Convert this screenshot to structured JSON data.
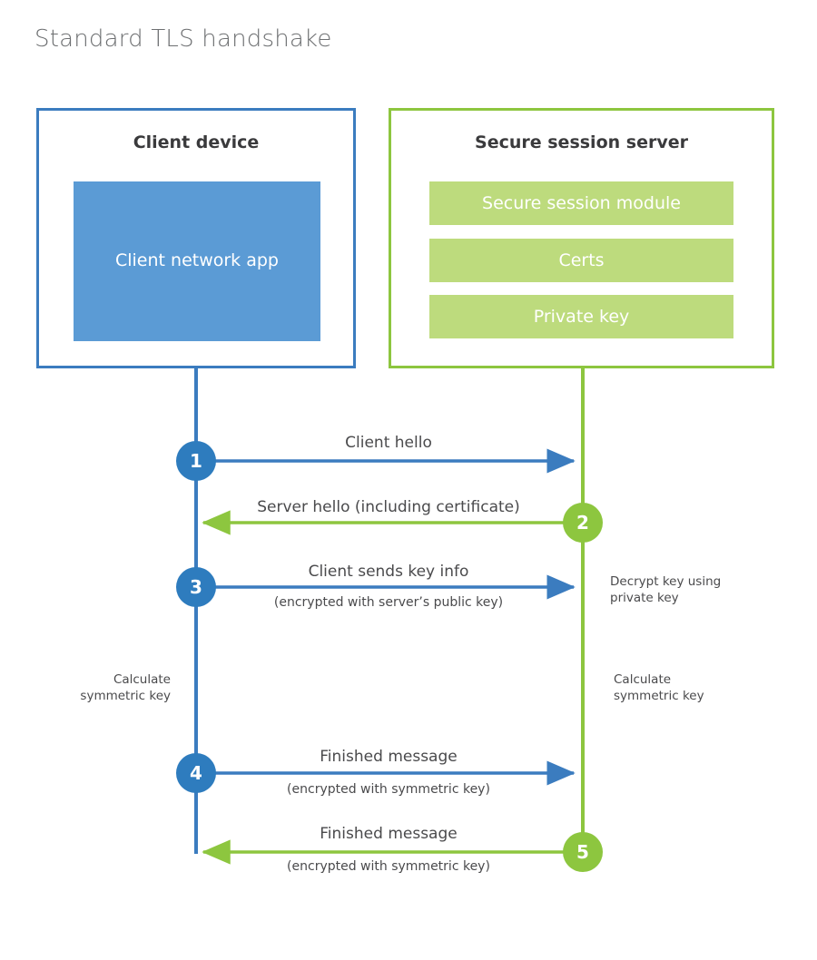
{
  "page": {
    "title": "Standard TLS handshake"
  },
  "colors": {
    "client_border": "#3B7CBF",
    "client_fill": "#5B9BD5",
    "client_badge": "#2E7CBE",
    "server_border": "#8DC63F",
    "server_fill": "#BDDB7D",
    "server_badge": "#8DC63F",
    "title_text": "#6d6f71",
    "body_text": "#4A4A4C",
    "heading_text": "#3A3A3C"
  },
  "client": {
    "title": "Client device",
    "app_label": "Client network app"
  },
  "server": {
    "title": "Secure session server",
    "blocks": [
      {
        "label": "Secure session module"
      },
      {
        "label": "Certs"
      },
      {
        "label": "Private key"
      }
    ]
  },
  "flows": [
    {
      "number": "1",
      "label": "Client hello",
      "sublabel": "",
      "direction": "client-to-server",
      "color": "#3B7CBF"
    },
    {
      "number": "2",
      "label": "Server hello (including certificate)",
      "sublabel": "",
      "direction": "server-to-client",
      "color": "#8DC63F"
    },
    {
      "number": "3",
      "label": "Client sends key info",
      "sublabel": "(encrypted with server’s public key)",
      "direction": "client-to-server",
      "color": "#3B7CBF"
    },
    {
      "number": "4",
      "label": "Finished message",
      "sublabel": "(encrypted with symmetric key)",
      "direction": "client-to-server",
      "color": "#3B7CBF"
    },
    {
      "number": "5",
      "label": "Finished message",
      "sublabel": "(encrypted with symmetric key)",
      "direction": "server-to-client",
      "color": "#8DC63F"
    }
  ],
  "annotations": {
    "server_decrypt": "Decrypt key using\nprivate key",
    "server_decrypt_line1": "Decrypt key using",
    "server_decrypt_line2": "private key",
    "client_calculate_line1": "Calculate",
    "client_calculate_line2": "symmetric key",
    "server_calculate_line1": "Calculate",
    "server_calculate_line2": "symmetric key"
  }
}
